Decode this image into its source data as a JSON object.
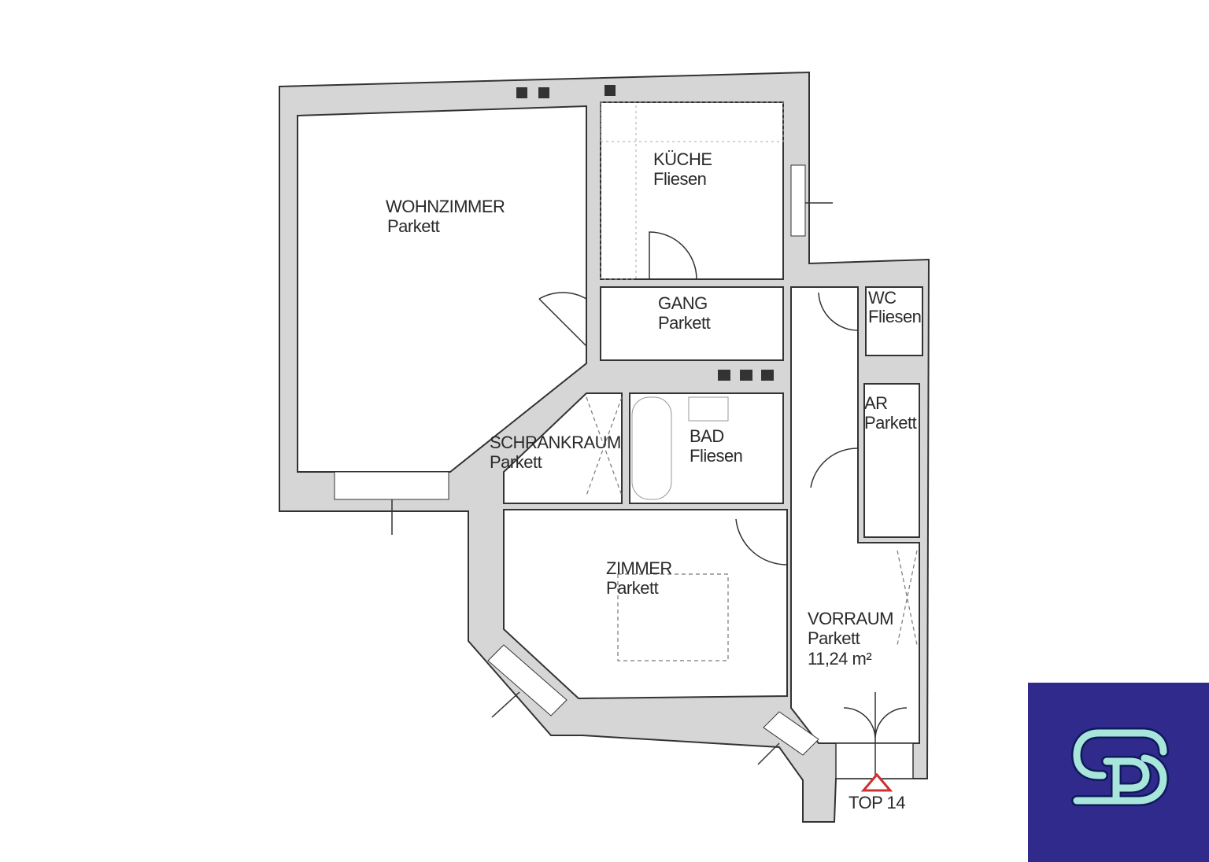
{
  "plan": {
    "rooms": [
      {
        "name": "WOHNZIMMER",
        "floor": "Parkett"
      },
      {
        "name": "KÜCHE",
        "floor": "Fliesen"
      },
      {
        "name": "GANG",
        "floor": "Parkett"
      },
      {
        "name": "WC",
        "floor": "Fliesen"
      },
      {
        "name": "AR",
        "floor": "Parkett"
      },
      {
        "name": "SCHRANKRAUM",
        "floor": "Parkett"
      },
      {
        "name": "BAD",
        "floor": "Fliesen"
      },
      {
        "name": "ZIMMER",
        "floor": "Parkett"
      },
      {
        "name": "VORRAUM",
        "floor": "Parkett",
        "area": "11,24 m²"
      }
    ],
    "entrance_label": "TOP 14",
    "entrance_color": "#d03030"
  },
  "logo": {
    "text": "SP",
    "background": "#2f2a8c",
    "foreground": "#a8e6dc"
  }
}
